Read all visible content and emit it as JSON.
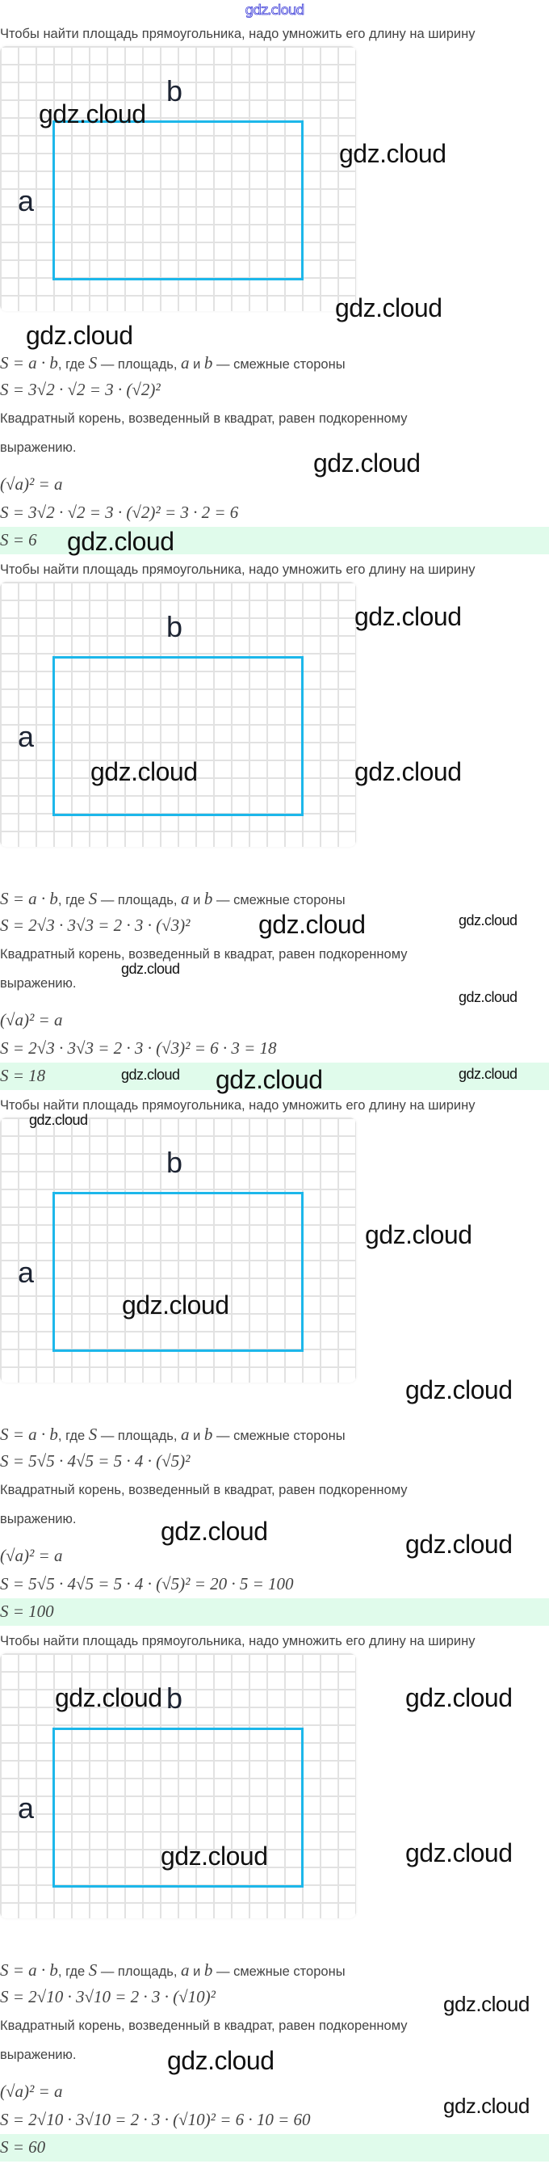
{
  "logo": "gdz.cloud",
  "watermark": "gdz.cloud",
  "common": {
    "title": "Чтобы найти площадь прямоугольника, надо умножить его длину на ширину",
    "label_a": "a",
    "label_b": "b",
    "formula_def_math": "S = a · b",
    "formula_def_text1": ", где ",
    "formula_def_S": "S",
    "formula_def_text2": " — площадь, ",
    "formula_def_a": "a",
    "formula_def_text3": " и ",
    "formula_def_b": "b",
    "formula_def_text4": " — смежные стороны",
    "rule_line1": "Квадратный корень, возведенный в квадрат, равен подкоренному",
    "rule_line2": "выражению.",
    "identity": "(√a)² = a"
  },
  "sections": [
    {
      "step1": "S = 3√2 · √2 = 3 · (√2)²",
      "step2": "S = 3√2 · √2 = 3 · (√2)² = 3 · 2 = 6",
      "answer": "S = 6"
    },
    {
      "step1": "S = 2√3 · 3√3 = 2 · 3 · (√3)²",
      "step2": "S = 2√3 · 3√3 = 2 · 3 · (√3)² = 6 · 3 = 18",
      "answer": "S = 18"
    },
    {
      "step1": "S = 5√5 · 4√5 = 5 · 4 · (√5)²",
      "step2": "S = 5√5 · 4√5 = 5 · 4 · (√5)² = 20 · 5 = 100",
      "answer": "S = 100"
    },
    {
      "step1": "S = 2√10 · 3√10 = 2 · 3 · (√10)²",
      "step2": "S = 2√10 · 3√10 = 2 · 3 · (√10)² = 6 · 10 = 60",
      "answer": "S = 60"
    }
  ]
}
